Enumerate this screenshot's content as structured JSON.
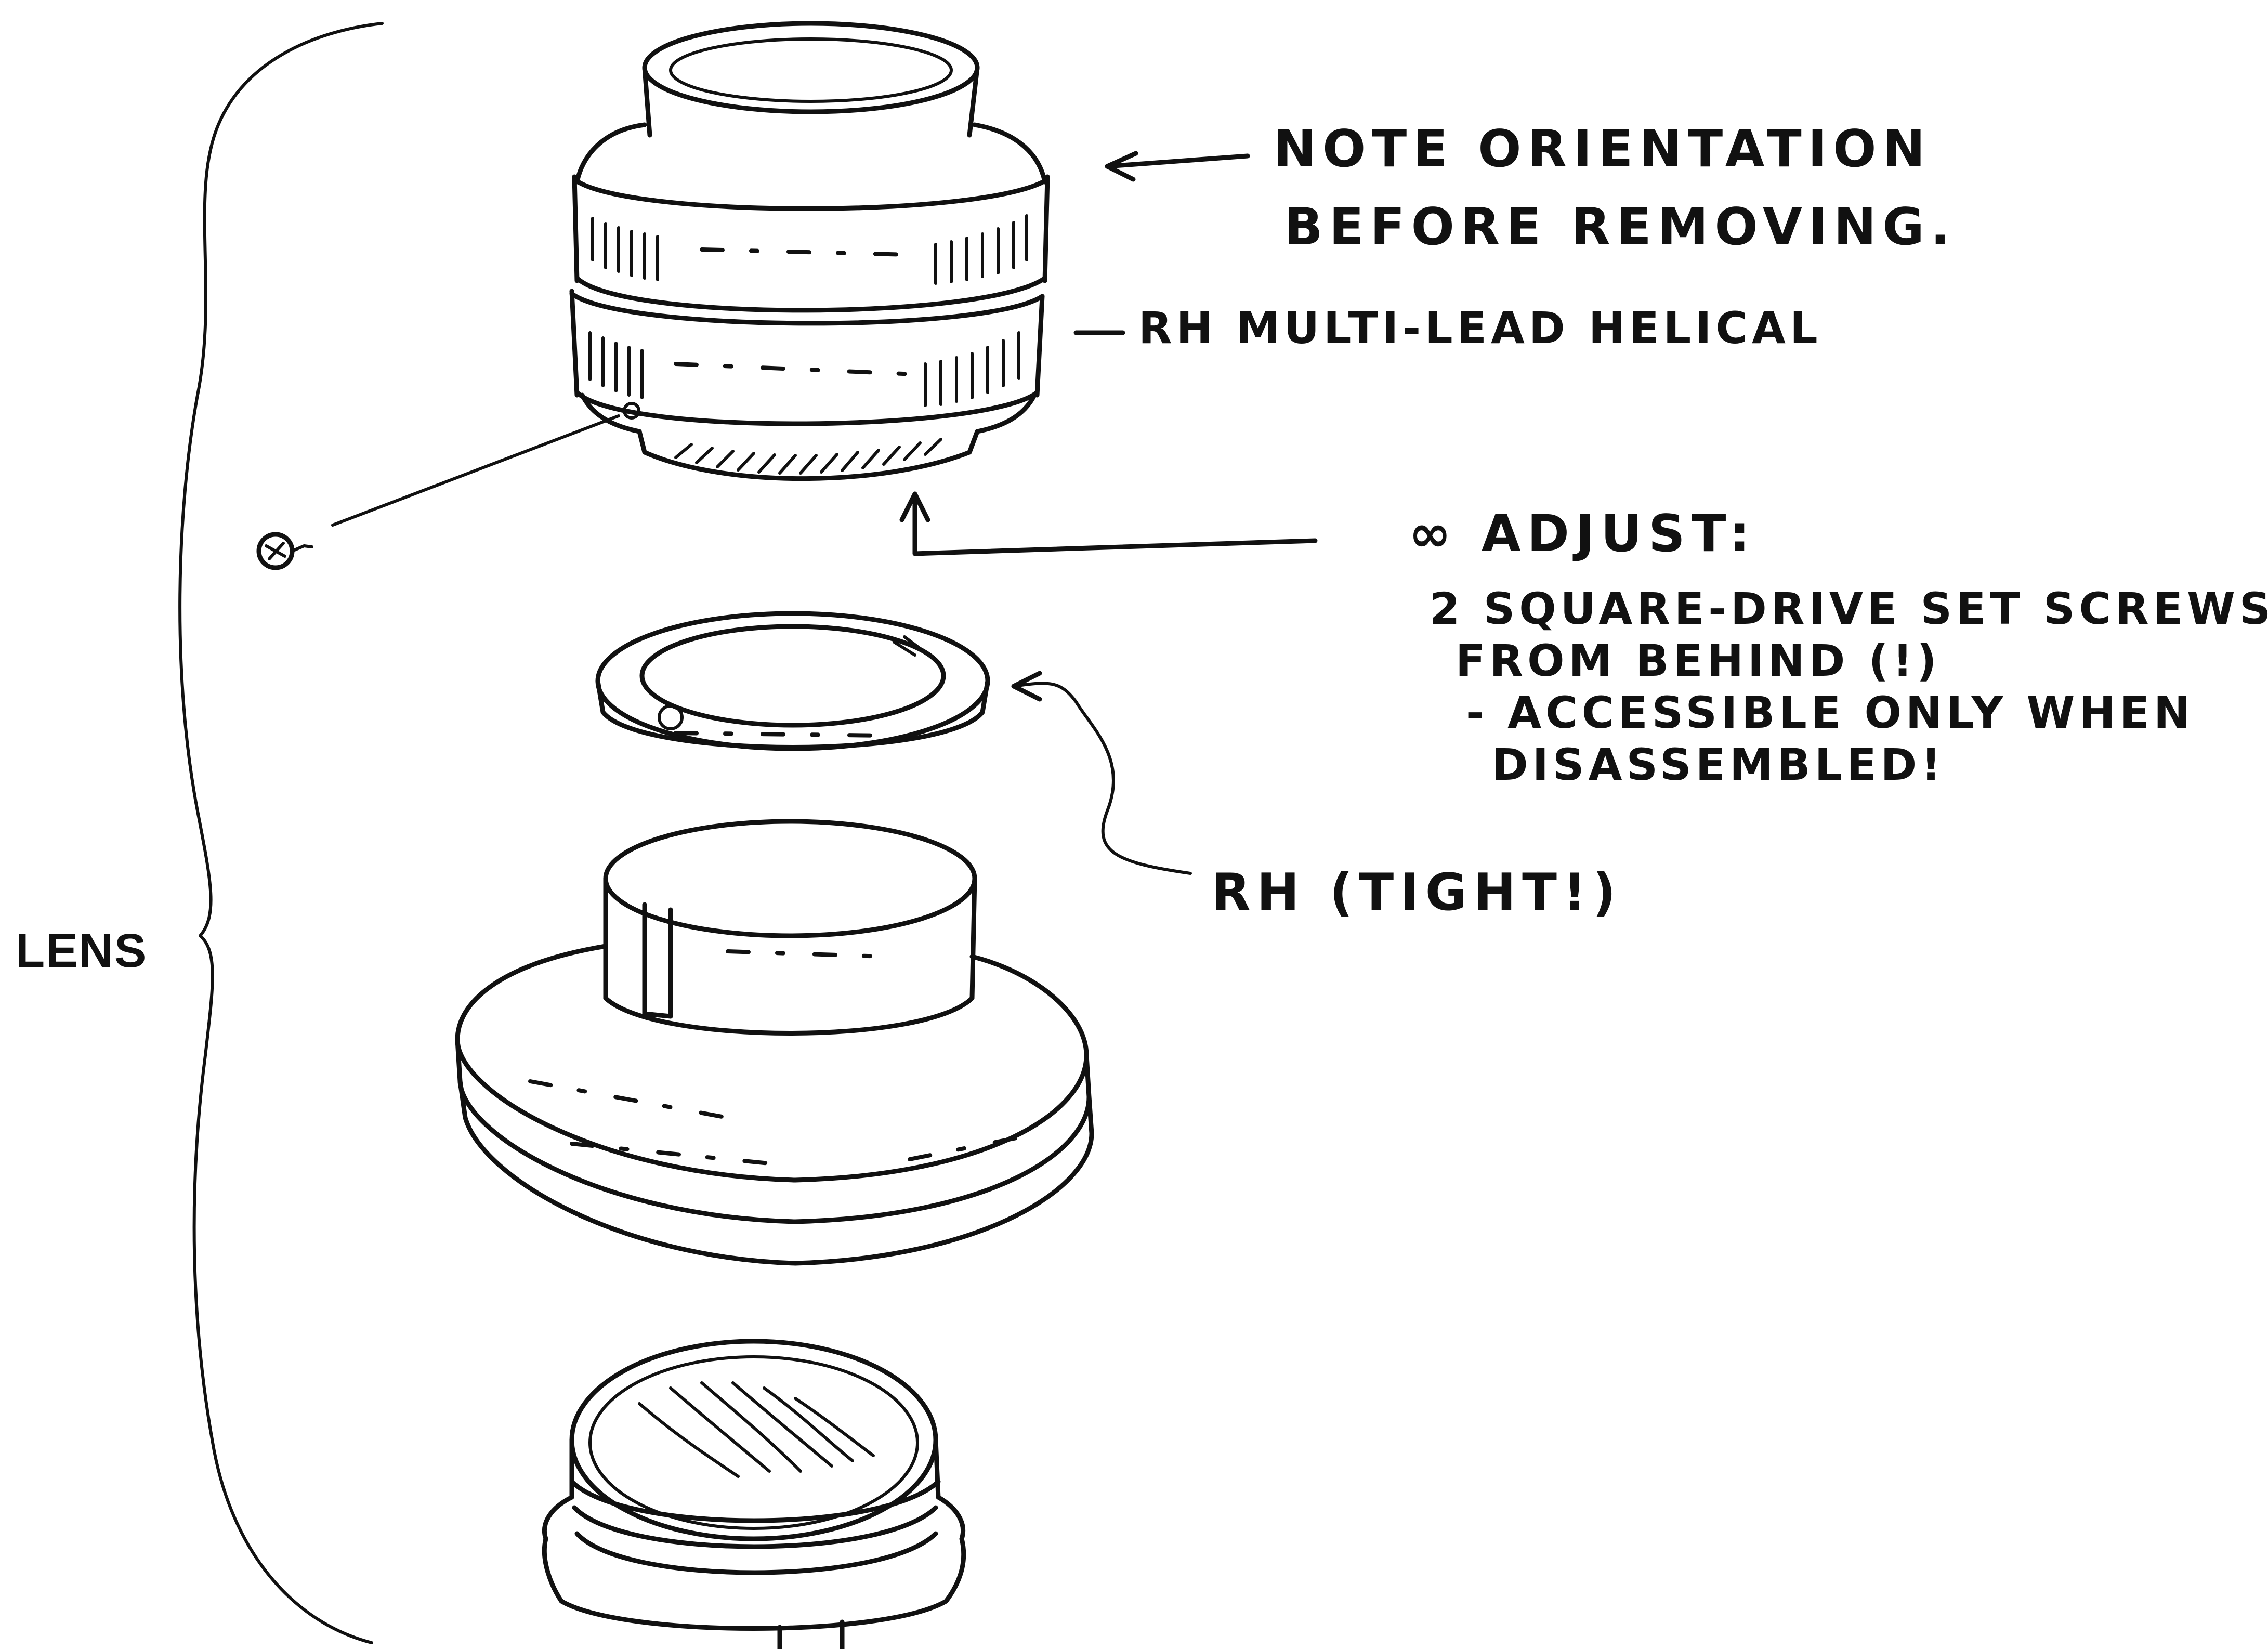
{
  "diagram": {
    "group_label": "LENS",
    "annotations": {
      "orientation_line1": "NOTE ORIENTATION",
      "orientation_line2": "BEFORE REMOVING.",
      "helical": "RH MULTI-LEAD HELICAL",
      "infinity_title": "∞ ADJUST:",
      "infinity_line1": "2 SQUARE-DRIVE SET SCREWS",
      "infinity_line2": "FROM BEHIND (!)",
      "infinity_line3": "- ACCESSIBLE ONLY WHEN",
      "infinity_line4": "DISASSEMBLED!",
      "ring_note": "RH (TIGHT!)"
    },
    "parts": [
      "helical-focus-assembly",
      "set-screw",
      "retaining-ring",
      "lens-mount-flange",
      "rear-lens-cell"
    ],
    "ink_color": "#111111",
    "paper_color": "#ffffff"
  }
}
